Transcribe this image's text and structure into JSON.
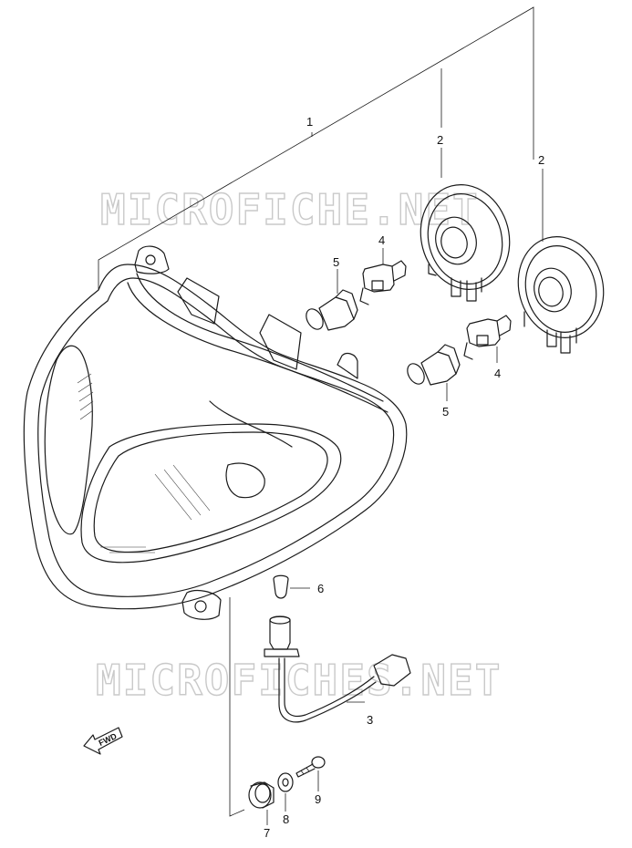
{
  "watermarks": [
    "MICROFICHE.NET",
    "MICROFICHES.NET"
  ],
  "fwd_label": "FWD",
  "callouts": [
    "1",
    "2",
    "2",
    "4",
    "5",
    "4",
    "5",
    "6",
    "3",
    "7",
    "8",
    "9"
  ]
}
